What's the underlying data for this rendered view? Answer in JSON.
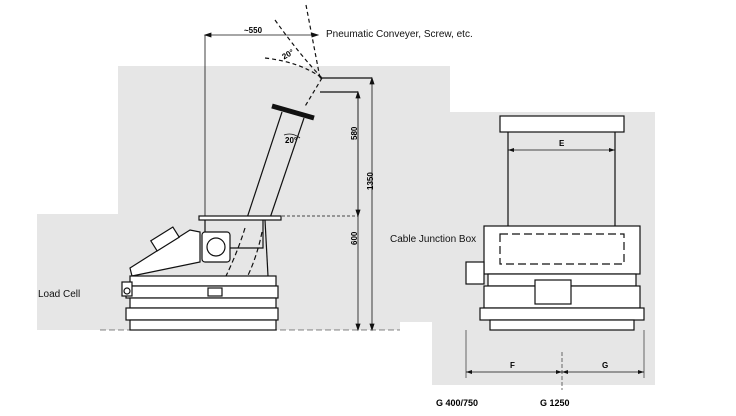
{
  "labels": {
    "conveyor": "Pneumatic Conveyer, Screw, etc.",
    "load_cell": "Load Cell",
    "junction_box": "Cable Junction Box",
    "model_a": "G 400/750",
    "model_b": "G 1250"
  },
  "dimensions": {
    "offset": "~550",
    "angle_top": "20°",
    "angle_mid": "20°",
    "d580": "580",
    "d1350": "1350",
    "d600": "600",
    "e": "E",
    "f": "F",
    "g": "G"
  },
  "colors": {
    "panel": "#e6e6e6",
    "line": "#111111",
    "background": "#ffffff"
  }
}
